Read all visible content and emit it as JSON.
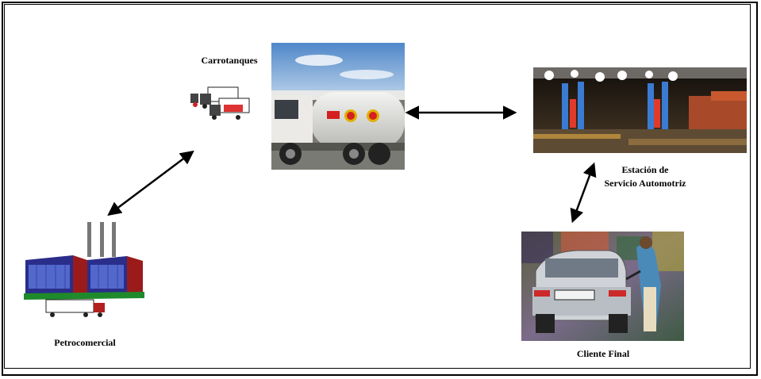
{
  "nodes": {
    "refinery": {
      "label": "Petrocomercial"
    },
    "tankers": {
      "label": "Carrotanques"
    },
    "station": {
      "label_line1": "Estación de",
      "label_line2": "Servicio Automotriz"
    },
    "client": {
      "label": "Cliente Final"
    }
  },
  "icons": {
    "refinery": "factory-icon",
    "tankers": "tanker-trucks-icon",
    "truck_photo": "fuel-truck-photo",
    "station_photo": "gas-station-photo",
    "client_photo": "refueling-car-photo"
  },
  "colors": {
    "arrow": "#000000",
    "factory_blue": "#2a2d8a",
    "factory_red": "#9b1b1b",
    "factory_green": "#1f8a2b",
    "station_night": "#2a2118"
  }
}
